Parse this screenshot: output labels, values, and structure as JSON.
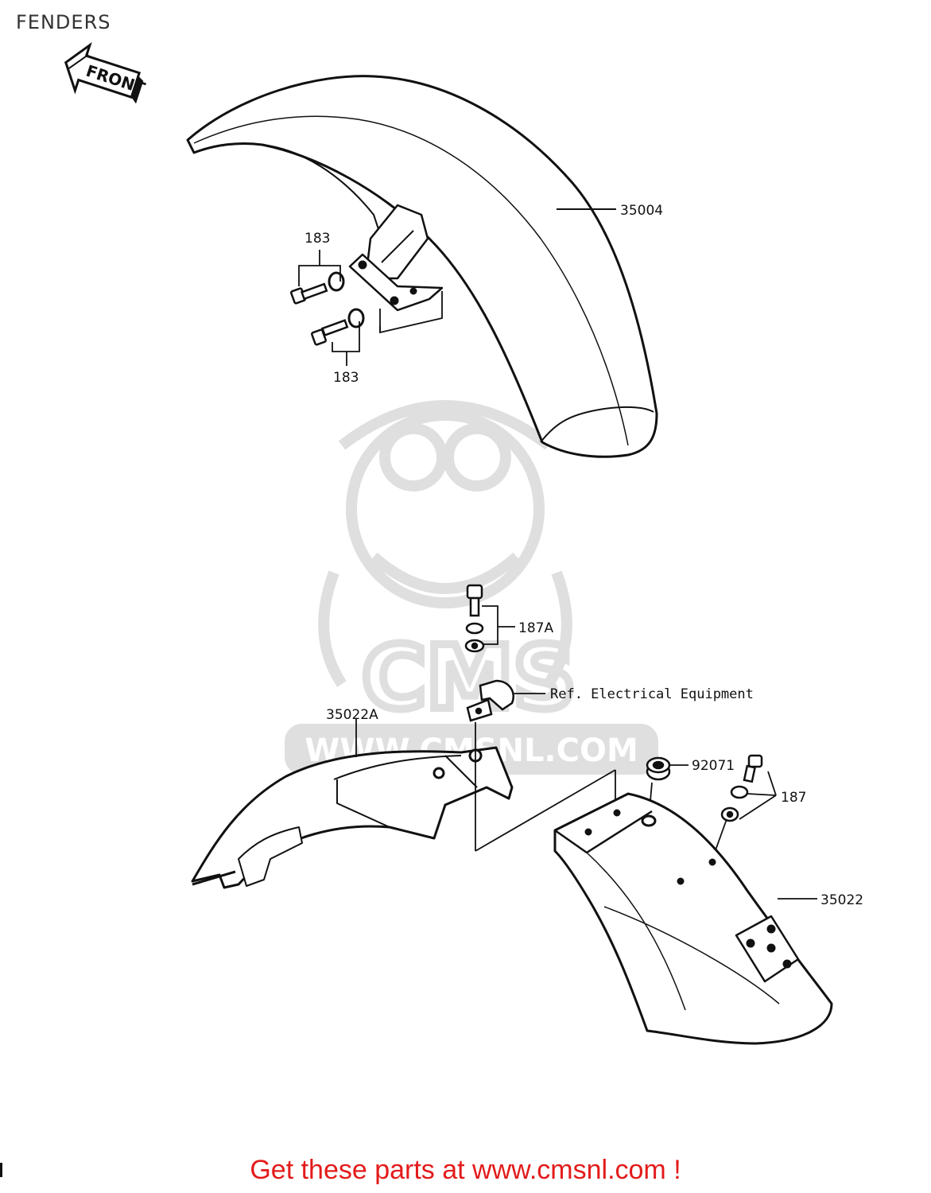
{
  "page": {
    "title": "FENDERS"
  },
  "orientation": {
    "front_label": "FRONT",
    "arrow_icon": "front-arrow-icon"
  },
  "callouts": {
    "front_fender": "35004",
    "bolt_upper": "183",
    "bolt_lower": "183",
    "bolt_washer_top": "187A",
    "electrical_ref": "Ref.  Electrical Equipment",
    "inner_fender": "35022A",
    "grommet": "92071",
    "bolt_washer_rear": "187",
    "rear_fender": "35022"
  },
  "watermark": {
    "brand": "CMS",
    "url": "WWW.CMSNL.COM"
  },
  "footer": {
    "link_text": "Get these parts at www.cmsnl.com !",
    "color": "#e31b1b"
  },
  "colors": {
    "line": "#111111",
    "watermark": "#dddddd"
  }
}
